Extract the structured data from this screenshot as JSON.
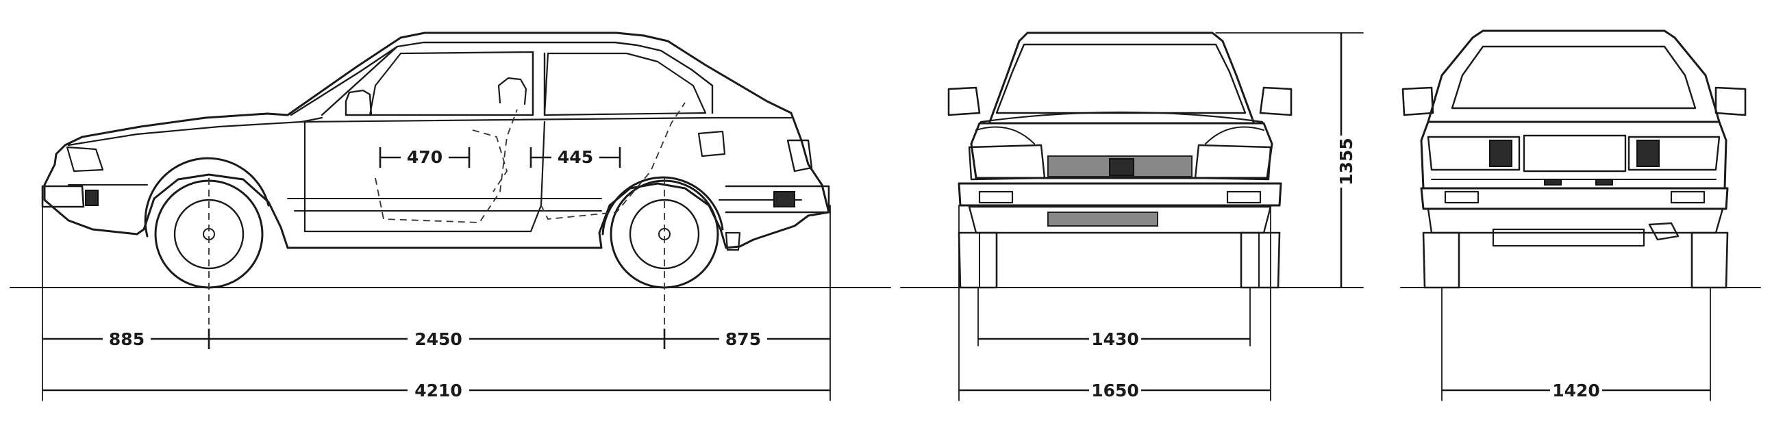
{
  "dimensions": {
    "front_overhang": "885",
    "wheelbase": "2450",
    "rear_overhang": "875",
    "overall_length": "4210",
    "front_track": "1430",
    "overall_width": "1650",
    "height": "1355",
    "rear_track": "1420",
    "front_seat_depth": "470",
    "rear_seat_depth": "445"
  }
}
